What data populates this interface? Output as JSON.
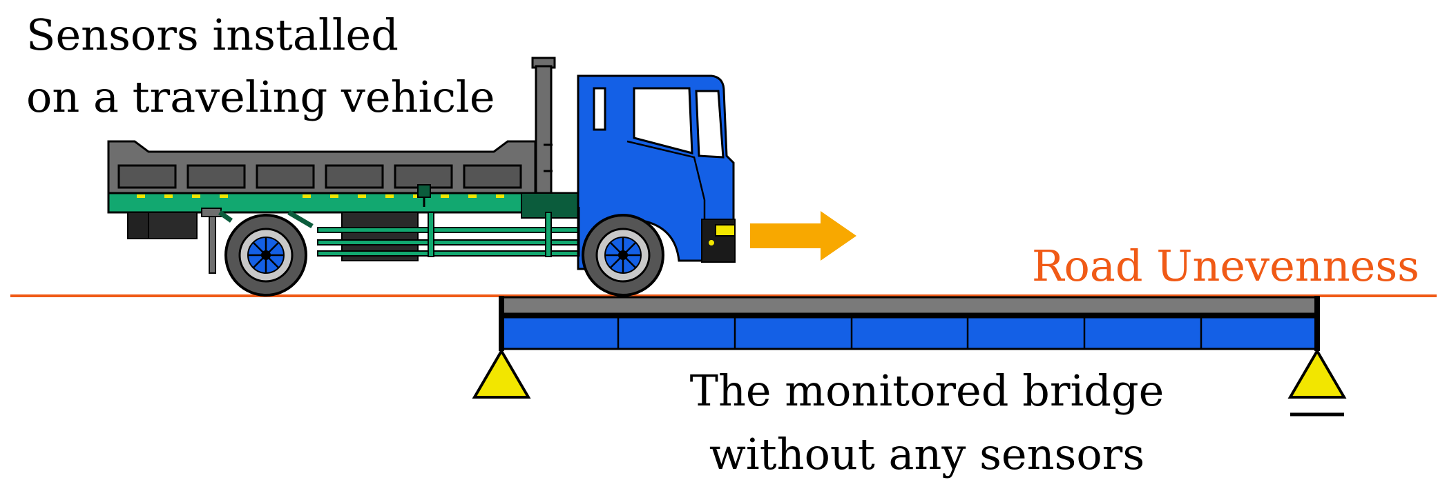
{
  "labels": {
    "vehicle_line1": "Sensors installed",
    "vehicle_line2": "on a traveling vehicle",
    "road": "Road Unevenness",
    "bridge_line1": "The monitored bridge",
    "bridge_line2": "without any sensors"
  },
  "colors": {
    "road_line": "#f05a16",
    "road_text": "#f05a16",
    "cab": "#1460e6",
    "chassis": "#12a870",
    "cargo_bed": "#6e6e6e",
    "bridge_deck": "#7a7a7a",
    "bridge_girder": "#1460e6",
    "support": "#f2e600",
    "arrow": "#f8a800",
    "text": "#000000"
  },
  "icons": {
    "vehicle": "truck-icon",
    "direction": "arrow-right-icon",
    "pin_support": "triangle-support-icon",
    "roller_support": "roller-support-icon"
  }
}
